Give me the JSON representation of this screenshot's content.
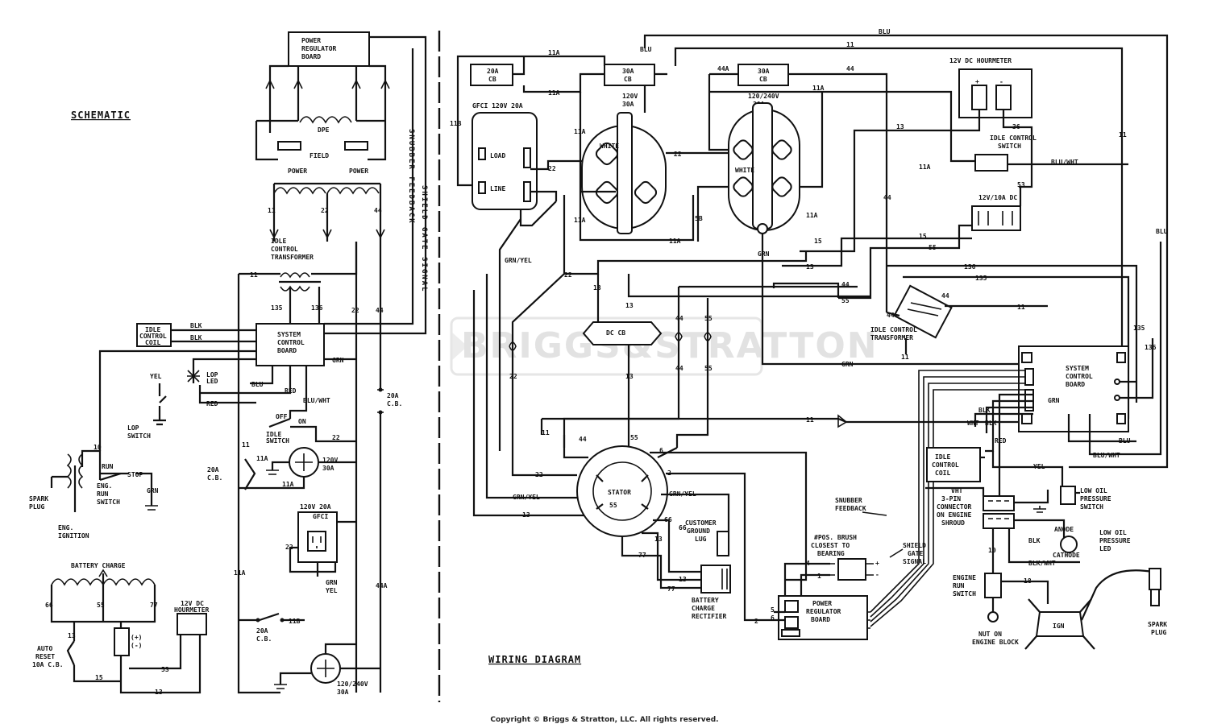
{
  "titles": {
    "schematic": "SCHEMATIC",
    "wiring": "WIRING DIAGRAM"
  },
  "watermark": "BRIGGS&STRATTON",
  "copyright": "Copyright © Briggs & Stratton, LLC. All rights reserved.",
  "schematic": {
    "power_regulator_board": [
      "POWER",
      "REGULATOR",
      "BOARD"
    ],
    "dpe": "DPE",
    "field": "FIELD",
    "power_left": "POWER",
    "power_right": "POWER",
    "idle_transformer": [
      "IDLE",
      "CONTROL",
      "TRANSFORMER"
    ],
    "system_control_board": [
      "SYSTEM",
      "CONTROL",
      "BOARD"
    ],
    "idle_control_coil": [
      "IDLE",
      "CONTROL",
      "COIL"
    ],
    "snubber_feedback": "SNUBBER FEEDBACK",
    "shield_gate_signal": "SHIELD GATE SIGNAL",
    "lop_led": [
      "LOP",
      "LED"
    ],
    "lop_switch": [
      "LOP",
      "SWITCH"
    ],
    "idle_switch": [
      "IDLE",
      "SWITCH"
    ],
    "off": "OFF",
    "on": "ON",
    "run": "RUN",
    "stop": "STOP",
    "eng_run_switch": [
      "ENG.",
      "RUN",
      "SWITCH"
    ],
    "spark_plug": [
      "SPARK",
      "PLUG"
    ],
    "eng_ignition": [
      "ENG.",
      "IGNITION"
    ],
    "gfci": [
      "120V 20A",
      "GFCI"
    ],
    "outlet_120v_30a": [
      "120V",
      "30A"
    ],
    "outlet_120_240": [
      "120/240V",
      "30A"
    ],
    "cb_20a_top": [
      "20A",
      "C.B."
    ],
    "cb_20a_left": [
      "20A",
      "C.B."
    ],
    "cb_20a_bottom": [
      "20A",
      "C.B."
    ],
    "battery_charge": "BATTERY CHARGE",
    "auto_reset": [
      "AUTO",
      "RESET",
      "10A C.B."
    ],
    "hourmeter": [
      "12V DC",
      "HOURMETER"
    ],
    "wire_labels": {
      "blk1": "BLK",
      "blk2": "BLK",
      "blu": "BLU",
      "red": "RED",
      "grn": "GRN",
      "yel": "YEL",
      "bluwht": "BLU/WHT",
      "grn2": "GRN",
      "yel2": "YEL",
      "w11": "11",
      "w22": "22",
      "w44": "44",
      "w135": "135",
      "w136": "136",
      "w22b": "22",
      "w44b": "44",
      "w11a": "11A",
      "w11a2": "11A",
      "w11a3": "11A",
      "w44a": "44A",
      "w11b": "11B",
      "w22c": "22",
      "w10": "10",
      "w13": "13",
      "w13b": "13",
      "w15": "15",
      "w53": "53",
      "w66": "66",
      "w55": "55",
      "w77": "77"
    }
  },
  "wiring": {
    "cb20a": [
      "20A",
      "CB"
    ],
    "cb30a": [
      "30A",
      "CB"
    ],
    "cb30a_right": [
      "30A",
      "CB"
    ],
    "gfci": "GFCI 120V 20A",
    "load": "LOAD",
    "line": "LINE",
    "white": "WHITE",
    "recep_120v": [
      "120V",
      "30A"
    ],
    "recep_120_240": [
      "120/240V",
      "30A"
    ],
    "hourmeter": "12V DC HOURMETER",
    "idle_control_switch": [
      "IDLE CONTROL",
      "SWITCH"
    ],
    "dc_12v_10a": "12V/10A DC",
    "dc_cb": "DC CB",
    "idle_transformer": [
      "IDLE CONTROL",
      "TRANSFORMER"
    ],
    "system_control_board": [
      "SYSTEM",
      "CONTROL",
      "BOARD"
    ],
    "idle_control_coil": [
      "IDLE",
      "CONTROL",
      "COIL"
    ],
    "stator": "STATOR",
    "customer_ground": [
      "CUSTOMER",
      "GROUND",
      "LUG"
    ],
    "battery_rectifier": [
      "BATTERY",
      "CHARGE",
      "RECTIFIER"
    ],
    "snubber_feedback": [
      "SNUBBER",
      "FEEDBACK"
    ],
    "brush_note": [
      "#POS. BRUSH",
      "CLOSEST TO",
      "BEARING"
    ],
    "shield_gate": [
      "SHIELD",
      "GATE",
      "SIGNAL"
    ],
    "power_regulator_board": [
      "POWER",
      "REGULATOR",
      "BOARD"
    ],
    "connector_3pin": [
      "3-PIN",
      "CONNECTOR",
      "ON ENGINE",
      "SHROUD"
    ],
    "low_oil_switch": [
      "LOW OIL",
      "PRESSURE",
      "SWITCH"
    ],
    "low_oil_led": [
      "LOW OIL",
      "PRESSURE",
      "LED"
    ],
    "anode": "ANODE",
    "cathode": "CATHODE",
    "engine_run_switch": [
      "ENGINE",
      "RUN",
      "SWITCH"
    ],
    "nut_engine_block": [
      "NUT ON",
      "ENGINE BLOCK"
    ],
    "spark_plug": [
      "SPARK",
      "PLUG"
    ],
    "ign": "IGN",
    "wire_labels": {
      "blu_top": "BLU",
      "blu2": "BLU",
      "w11_top": "11",
      "w11a_top": "11A",
      "w11a_2": "11A",
      "w11b": "11B",
      "w44": "44",
      "w44a": "44A",
      "w11a_r": "11A",
      "w11_r": "11",
      "w13": "13",
      "w36": "36",
      "bluwht": "BLU/WHT",
      "w53": "53",
      "blu_r": "BLU",
      "w15": "15",
      "w55": "55",
      "w135": "135",
      "w136": "136",
      "w11_mid": "11",
      "grn": "GRN",
      "grn_yel": "GRN/YEL",
      "w22": "22",
      "w13_c": "13",
      "w44_c": "44",
      "w55_c": "55",
      "w22_c": "22",
      "w13_d": "13",
      "w6": "6",
      "w2": "2",
      "w66": "66",
      "w77": "77",
      "w11_dc": "11",
      "w22_b": "22",
      "w44_b": "44",
      "w55_b": "55",
      "blu_b": "BLU",
      "bluwht_b": "BLU/WHT",
      "blk": "BLK",
      "wht": "WHT",
      "blk2": "BLK",
      "red": "RED",
      "yel": "YEL",
      "vht": "VHT",
      "blk3": "BLK",
      "blkwht": "BLK/WHT",
      "w10": "10",
      "w18": "18",
      "grn_b": "GRN",
      "w4": "4",
      "w1": "1",
      "w5": "5",
      "w6b": "6",
      "w2b": "2",
      "w11a_l": "11A",
      "w11a_l2": "11A",
      "w22_r": "22",
      "w5b": "5B",
      "w11a_b": "11A",
      "w13_e": "13",
      "w15_b": "15"
    }
  }
}
